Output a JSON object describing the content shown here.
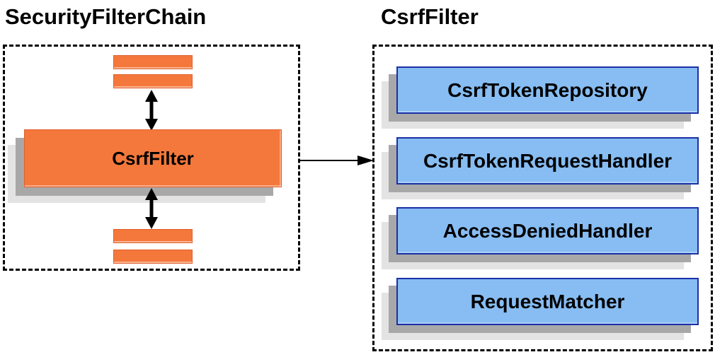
{
  "left_panel": {
    "title": "SecurityFilterChain",
    "csrf_filter_label": "CsrfFilter",
    "other_filter_bars_count": 4
  },
  "right_panel": {
    "title": "CsrfFilter",
    "components": [
      {
        "label": "CsrfTokenRepository"
      },
      {
        "label": "CsrfTokenRequestHandler"
      },
      {
        "label": "AccessDeniedHandler"
      },
      {
        "label": "RequestMatcher"
      }
    ]
  },
  "icons": {
    "vertical_arrows": "bidirectional-arrow-icon",
    "connector": "right-arrow-icon"
  },
  "colors": {
    "filter_orange": "#F4783B",
    "filter_orange_border": "#E05F2D",
    "component_blue": "#87BDF3",
    "component_blue_border": "#1C2FA6",
    "shadow_dark": "#A8A8A8",
    "shadow_light": "#E3E3E3",
    "outline_black": "#000000"
  }
}
